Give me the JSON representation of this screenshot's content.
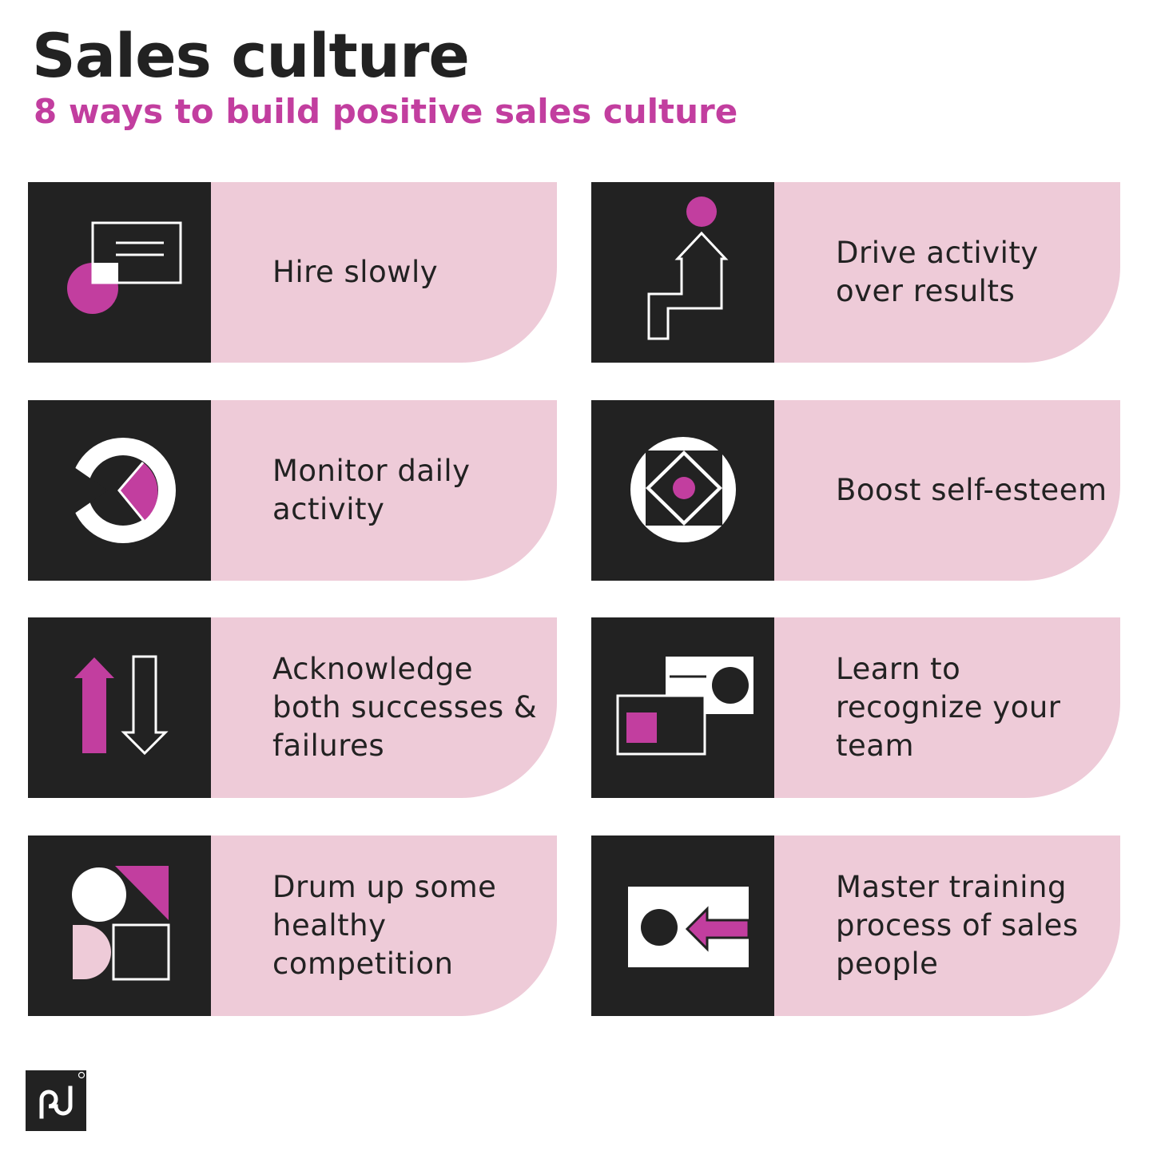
{
  "header": {
    "title": "Sales culture",
    "subtitle": "8 ways to build positive sales culture"
  },
  "colors": {
    "dark": "#222222",
    "accent": "#c23e9f",
    "pink": "#eecbd8",
    "white": "#ffffff"
  },
  "items": [
    {
      "label": "Hire slowly",
      "icon": "presentation-board-icon"
    },
    {
      "label": "Drive activity over results",
      "icon": "zigzag-arrow-up-icon"
    },
    {
      "label": "Monitor daily activity",
      "icon": "pie-gauge-icon"
    },
    {
      "label": "Boost self-esteem",
      "icon": "diamond-in-circle-icon"
    },
    {
      "label": "Acknowledge both successes & failures",
      "icon": "up-down-arrows-icon"
    },
    {
      "label": "Learn to recognize your team",
      "icon": "id-cards-icon"
    },
    {
      "label": "Drum up some healthy competition",
      "icon": "geometric-shapes-icon"
    },
    {
      "label": "Master training process of sales people",
      "icon": "arrow-to-dot-icon"
    }
  ],
  "logo": {
    "name": "pd-logo-icon"
  }
}
